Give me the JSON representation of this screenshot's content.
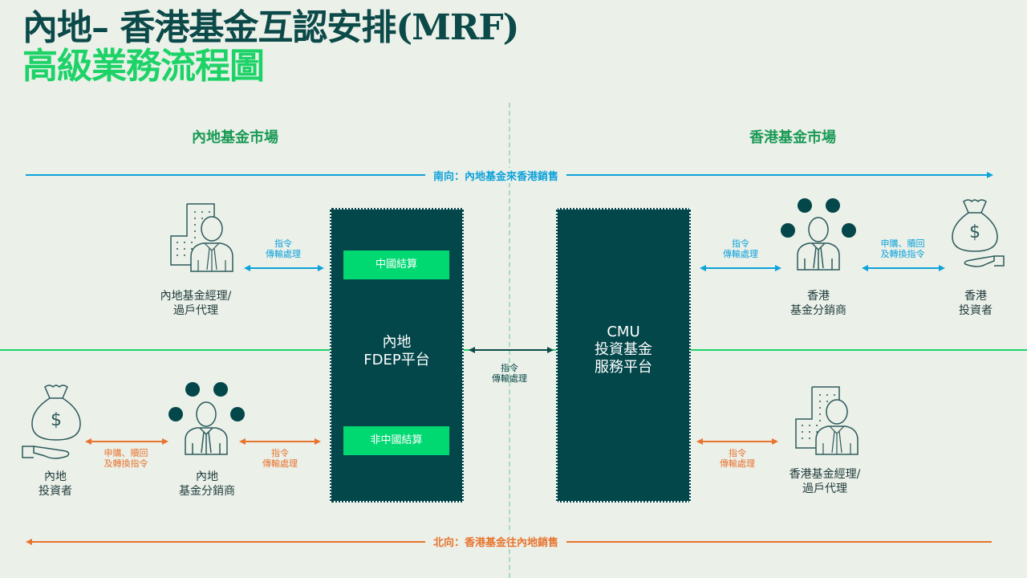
{
  "title": {
    "line1": "內地– 香港基金互認安排(MRF)",
    "line2": "高級業務流程圖"
  },
  "markets": {
    "left": "內地基金市場",
    "right": "香港基金市場"
  },
  "flows": {
    "southbound": "南向：內地基金來香港銷售",
    "northbound": "北向：香港基金往內地銷售"
  },
  "platforms": {
    "fdep": {
      "line1": "內地",
      "line2": "FDEP平台"
    },
    "cmu": {
      "line1": "CMU",
      "line2": "投資基金",
      "line3": "服務平台"
    },
    "clearing_china": "中國結算",
    "clearing_non_china": "非中國結算"
  },
  "nodes": {
    "mainland_manager": {
      "line1": "內地基金經理/",
      "line2": "過戶代理",
      "icon": "fund-manager-icon"
    },
    "hk_distributor": {
      "line1": "香港",
      "line2": "基金分銷商",
      "icon": "distributor-icon"
    },
    "hk_investor": {
      "line1": "香港",
      "line2": "投資者",
      "icon": "money-bag-icon"
    },
    "mainland_investor": {
      "line1": "內地",
      "line2": "投資者",
      "icon": "money-bag-icon"
    },
    "mainland_distributor": {
      "line1": "內地",
      "line2": "基金分銷商",
      "icon": "distributor-icon"
    },
    "hk_manager": {
      "line1": "香港基金經理/",
      "line2": "過戶代理",
      "icon": "fund-manager-icon"
    }
  },
  "arrow_labels": {
    "instruction_line1": "指令",
    "instruction_line2": "傳輸處理",
    "order_line1": "申購、贖回",
    "order_line2": "及轉換指令"
  },
  "colors": {
    "southbound": "#0ea2da",
    "northbound": "#e8742f",
    "platform": "#03474b",
    "accent_green": "#1dd368",
    "title_dark": "#0b4a49"
  }
}
